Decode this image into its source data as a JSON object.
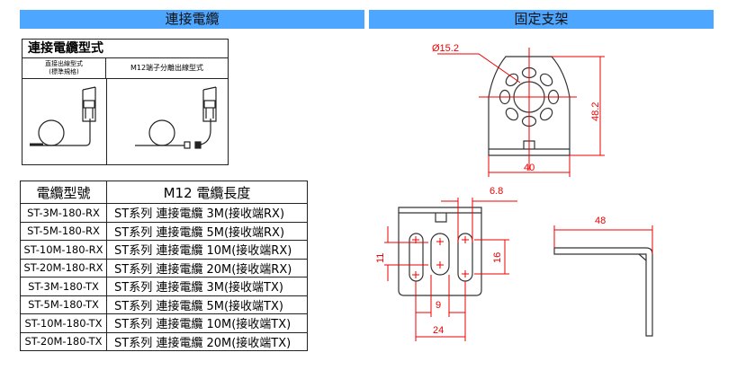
{
  "headers": {
    "left": "連接電纜",
    "right": "固定支架"
  },
  "cable_types": {
    "title": "連接電纜型式",
    "col1_line1": "直接出線型式",
    "col1_line2": "(標準規格)",
    "col2": "M12端子分離出線型式"
  },
  "models": {
    "header_model": "電纜型號",
    "header_length": "M12 電纜長度",
    "rows": [
      {
        "model": "ST-3M-180-RX",
        "desc": "ST系列 連接電纜 3M(接收端RX)"
      },
      {
        "model": "ST-5M-180-RX",
        "desc": "ST系列 連接電纜 5M(接收端RX)"
      },
      {
        "model": "ST-10M-180-RX",
        "desc": "ST系列 連接電纜 10M(接收端RX)"
      },
      {
        "model": "ST-20M-180-RX",
        "desc": "ST系列 連接電纜 20M(接收端RX)"
      },
      {
        "model": "ST-3M-180-TX",
        "desc": "ST系列 連接電纜 3M(接收端TX)"
      },
      {
        "model": "ST-5M-180-TX",
        "desc": "ST系列 連接電纜 5M(接收端TX)"
      },
      {
        "model": "ST-10M-180-TX",
        "desc": "ST系列 連接電纜 10M(接收端TX)"
      },
      {
        "model": "ST-20M-180-TX",
        "desc": "ST系列 連接電纜 20M(接收端TX)"
      }
    ]
  },
  "dimensions": {
    "diameter": "Ø15.2",
    "height": "48.2",
    "width": "40",
    "slot_offset": "6.8",
    "slot_pitch_v": "11",
    "slot_length": "16",
    "slot_gap": "9",
    "slot_span": "24",
    "arm_length": "48"
  },
  "colors": {
    "header": "#4da6ff",
    "dimension": "#e00000"
  }
}
